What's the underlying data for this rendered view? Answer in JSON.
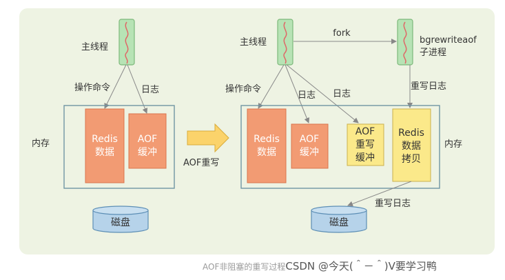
{
  "left": {
    "main_thread": "主线程",
    "op_cmd": "操作命令",
    "log": "日志",
    "memory": "内存",
    "redis_data": [
      "Redis",
      "数据"
    ],
    "aof_buffer": [
      "AOF",
      "缓冲"
    ],
    "disk": "磁盘"
  },
  "middle": {
    "arrow_label": "AOF重写"
  },
  "right": {
    "main_thread": "主线程",
    "fork": "fork",
    "bgrewrite": [
      "bgrewriteaof",
      "子进程"
    ],
    "op_cmd": "操作命令",
    "log_a": "日志",
    "log_b": "日志",
    "rewrite_log": "重写日志",
    "memory": "内存",
    "redis_data": [
      "Redis",
      "数据"
    ],
    "aof_buffer": [
      "AOF",
      "缓冲"
    ],
    "aof_rewrite_buffer": [
      "AOF",
      "重写",
      "缓冲"
    ],
    "redis_data_copy": [
      "Redis",
      "数据",
      "拷贝"
    ],
    "disk_label": "重写日志",
    "disk": "磁盘"
  },
  "caption": {
    "title": "AOF非阻塞的重写过程",
    "watermark": "CSDN @今天(＾－＾)V要学习鸭"
  },
  "colors": {
    "panel": "#eef3e3",
    "thread_fill": "#b7e3b5",
    "thread_stroke": "#7cb87a",
    "memory_stroke": "#6f95a3",
    "orange": "#f29b73",
    "orange_stroke": "#d9754c",
    "yellow": "#fbe98a",
    "yellow_stroke": "#c9b04d",
    "disk_fill": "#b6d3ea",
    "disk_stroke": "#5c8eb5",
    "arrow": "#888888",
    "big_arrow": "#fbd36b"
  }
}
